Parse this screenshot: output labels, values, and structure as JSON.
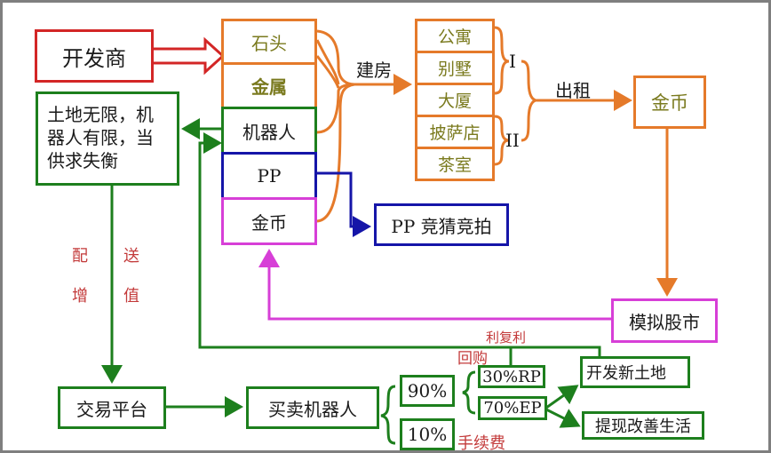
{
  "colors": {
    "developer": "#d32626",
    "resources": "#e57a2a",
    "robot": "#1d7f1d",
    "pp": "#1515a8",
    "gold": "#d73fd7",
    "annotation": "#c33a3a",
    "resource_text": "#7a7a1e"
  },
  "developer": {
    "label": "开发商"
  },
  "resources": {
    "stone": "石头",
    "metal": "金属",
    "robot": "机器人",
    "pp": "PP",
    "gold": "金币"
  },
  "imbalance_note": "土地无限，机器人有限，当供求失衡",
  "build_label": "建房",
  "buildings": [
    "公寓",
    "别墅",
    "大厦",
    "披萨店",
    "茶室"
  ],
  "groups": {
    "group1": "I",
    "group2": "II"
  },
  "rent_label": "出租",
  "rent_gold": "金币",
  "stock_market": "模拟股市",
  "pp_auction": "PP 竞猜竞拍",
  "side_labels": {
    "left": [
      "配",
      "增"
    ],
    "right": [
      "送",
      "值"
    ]
  },
  "trading_platform": "交易平台",
  "buy_sell_robot": "买卖机器人",
  "split": {
    "p90": "90%",
    "p10": "10%",
    "fee_label": "手续费",
    "rp": "30%RP",
    "ep": "70%EP",
    "buyback_label": "回购",
    "compound_label": "利复利"
  },
  "outcomes": {
    "new_land": "开发新土地",
    "withdraw": "提现改善生活"
  }
}
